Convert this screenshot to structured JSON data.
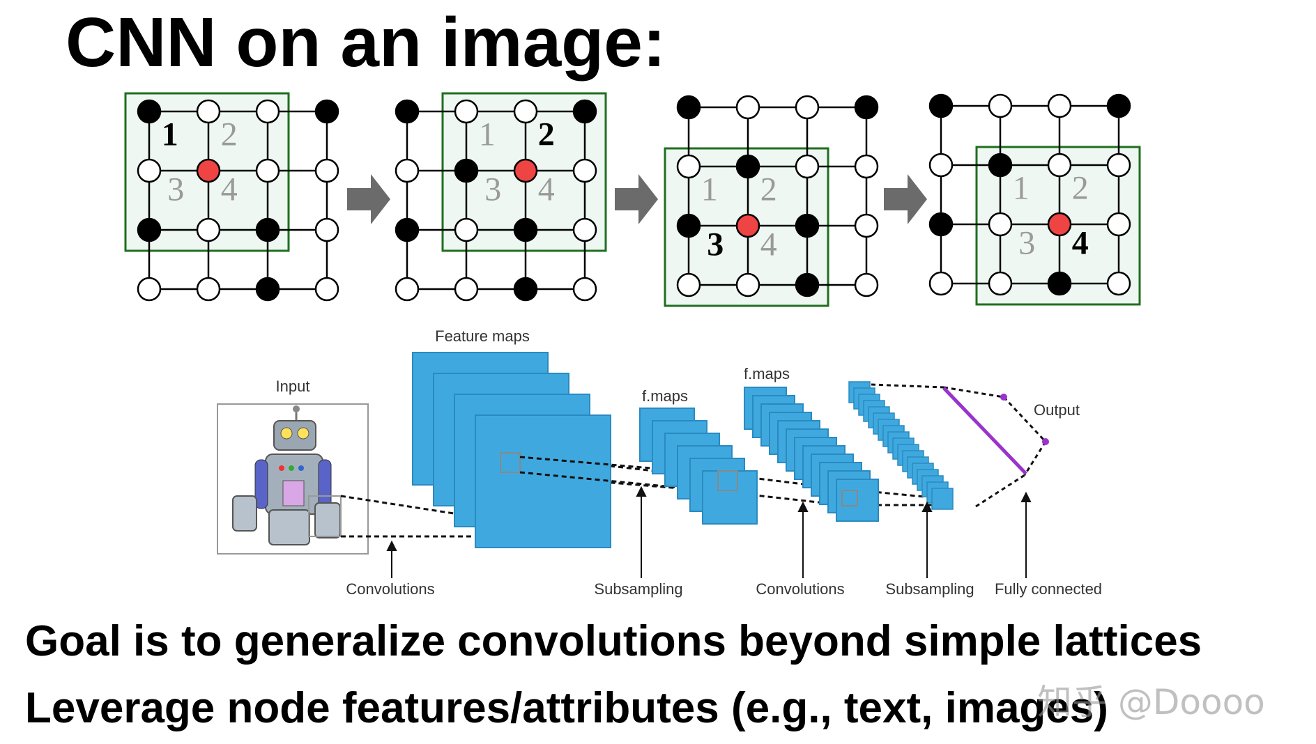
{
  "title": "CNN on an image:",
  "bullets": [
    "Goal is to generalize convolutions beyond simple lattices",
    "Leverage node features/attributes (e.g., text, images)"
  ],
  "watermark": "知乎 @Doooo",
  "lattice_steps": [
    {
      "active": 1,
      "labels": [
        "1",
        "2",
        "3",
        "4"
      ],
      "black_nodes": [
        [
          0,
          0
        ],
        [
          3,
          0
        ],
        [
          0,
          2
        ],
        [
          2,
          2
        ],
        [
          2,
          3
        ]
      ],
      "red_node": [
        1,
        1
      ]
    },
    {
      "active": 2,
      "labels": [
        "1",
        "2",
        "3",
        "4"
      ],
      "black_nodes": [
        [
          0,
          0
        ],
        [
          3,
          0
        ],
        [
          1,
          1
        ],
        [
          0,
          2
        ],
        [
          2,
          2
        ],
        [
          2,
          3
        ]
      ],
      "red_node": [
        2,
        1
      ]
    },
    {
      "active": 3,
      "labels": [
        "1",
        "2",
        "3",
        "4"
      ],
      "black_nodes": [
        [
          0,
          0
        ],
        [
          3,
          0
        ],
        [
          1,
          1
        ],
        [
          0,
          2
        ],
        [
          2,
          2
        ],
        [
          2,
          3
        ]
      ],
      "red_node": [
        1,
        2
      ]
    },
    {
      "active": 4,
      "labels": [
        "1",
        "2",
        "3",
        "4"
      ],
      "black_nodes": [
        [
          0,
          0
        ],
        [
          3,
          0
        ],
        [
          1,
          1
        ],
        [
          0,
          2
        ],
        [
          2,
          3
        ]
      ],
      "red_node": [
        2,
        2
      ]
    }
  ],
  "cnn_diagram": {
    "top_labels": {
      "input": "Input",
      "feature_maps": "Feature maps",
      "fmaps_1": "f.maps",
      "fmaps_2": "f.maps",
      "output": "Output"
    },
    "bottom_labels": [
      "Convolutions",
      "Subsampling",
      "Convolutions",
      "Subsampling",
      "Fully connected"
    ]
  },
  "colors": {
    "window_border": "#1f6f1f",
    "window_fill": "#eef7f2",
    "red_node": "#ee4444",
    "map_fill": "#3fa9df",
    "map_edge": "#2a8ac0",
    "output_line": "#9933cc",
    "arrow": "#6b6b6b"
  }
}
